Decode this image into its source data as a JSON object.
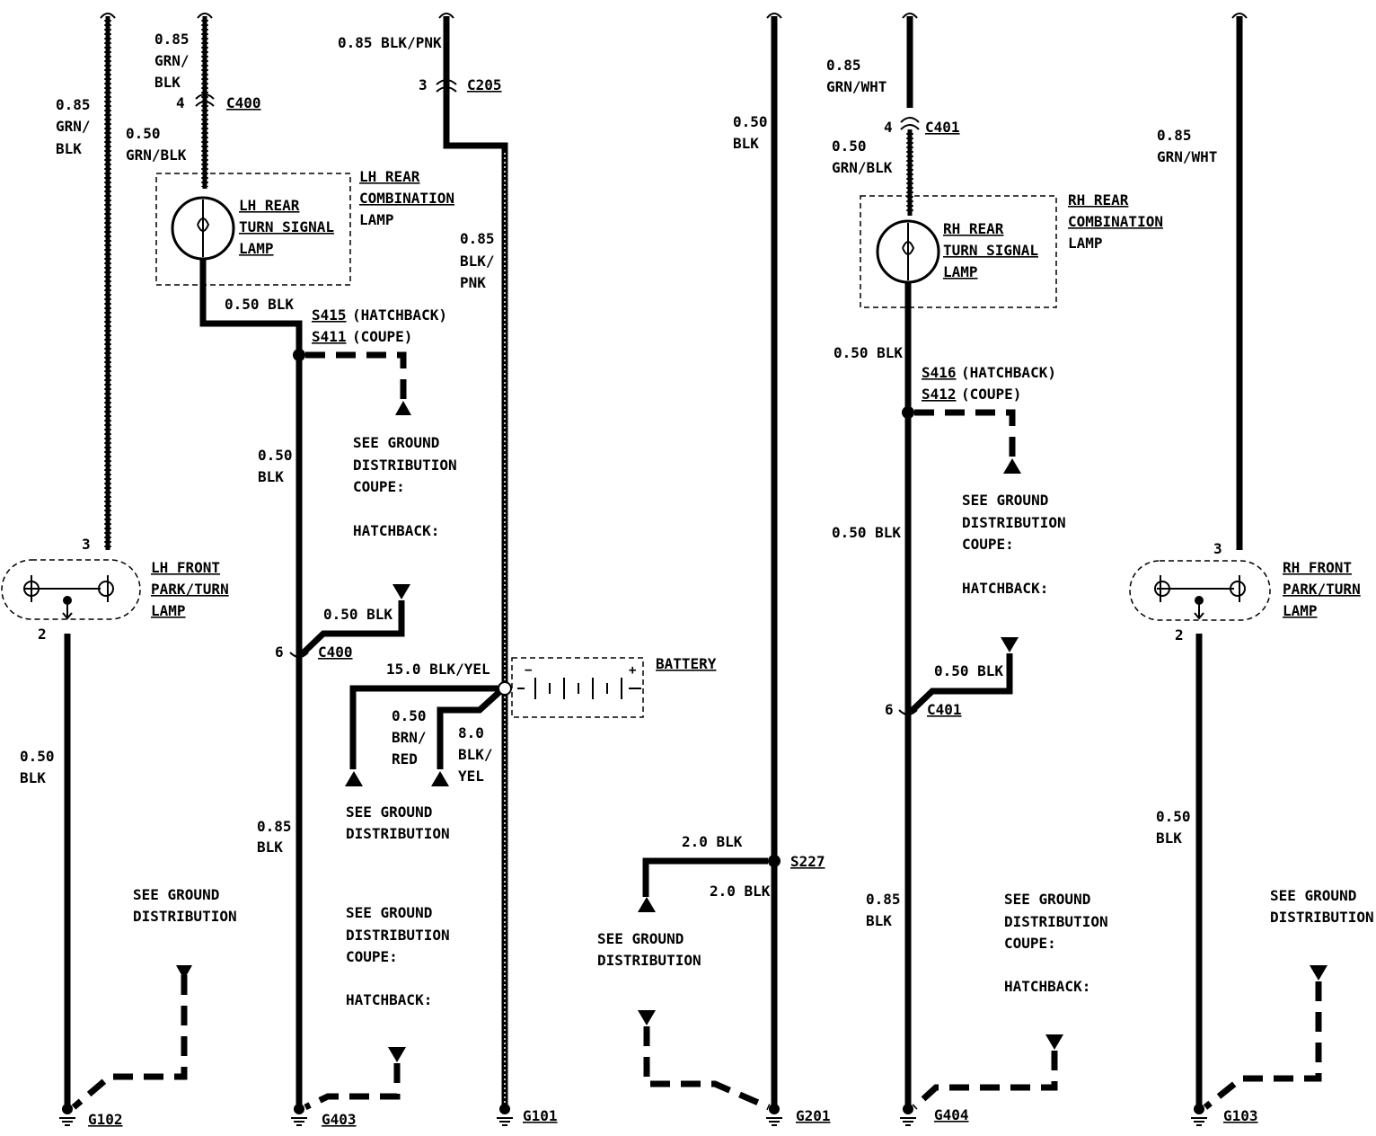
{
  "diagram": {
    "lh_front": {
      "wire_top": "0.85 GRN/ BLK",
      "wire_top_lines": [
        "0.85",
        "GRN/",
        "BLK"
      ],
      "pin_top": "3",
      "pin_bottom": "2",
      "component": [
        "LH FRONT",
        "PARK/TURN",
        "LAMP"
      ],
      "wire_bottom_lines": [
        "0.50",
        "BLK"
      ],
      "ground_note": [
        "SEE GROUND",
        "DISTRIBUTION"
      ],
      "ground": "G102"
    },
    "lh_rear": {
      "wire_top_lines": [
        "0.85",
        "GRN/",
        "BLK"
      ],
      "connector_pin": "4",
      "connector": "C400",
      "wire_mid_lines": [
        "0.50",
        "GRN/BLK"
      ],
      "lamp_label": [
        "LH REAR",
        "TURN SIGNAL",
        "LAMP"
      ],
      "assembly_label": [
        "LH REAR",
        "COMBINATION",
        "LAMP"
      ],
      "wire_out": "0.50 BLK",
      "splice_1": "S415",
      "splice_1_note": "(HATCHBACK)",
      "splice_2": "S411",
      "splice_2_note": "(COUPE)",
      "ground_note_top": [
        "SEE GROUND",
        "DISTRIBUTION",
        "COUPE:",
        "",
        "HATCHBACK:"
      ],
      "wire_down_lines": [
        "0.50",
        "BLK"
      ],
      "wire_join": "0.50 BLK",
      "connector2_pin": "6",
      "connector2": "C400",
      "wire_low_lines": [
        "0.85",
        "BLK"
      ],
      "ground_note_bottom": [
        "SEE GROUND",
        "DISTRIBUTION",
        "COUPE:",
        "",
        "HATCHBACK:"
      ],
      "ground": "G403"
    },
    "battery_branch": {
      "wire_top": "0.85 BLK/PNK",
      "connector_pin": "3",
      "connector": "C205",
      "wire_mid_lines": [
        "0.85",
        "BLK/",
        "PNK"
      ],
      "battery_wire": "15.0 BLK/YEL",
      "battery_label": "BATTERY",
      "wire_brn_lines": [
        "0.50",
        "BRN/",
        "RED"
      ],
      "wire_yel_lines": [
        "8.0",
        "BLK/",
        "YEL"
      ],
      "ground_note": [
        "SEE GROUND",
        "DISTRIBUTION"
      ],
      "ground": "G101"
    },
    "s227_branch": {
      "wire_top_lines": [
        "0.50",
        "BLK"
      ],
      "wire_left": "2.0 BLK",
      "splice": "S227",
      "wire_right": "2.0 BLK",
      "ground_note": [
        "SEE GROUND",
        "DISTRIBUTION"
      ],
      "ground": "G201"
    },
    "rh_rear": {
      "wire_top_lines": [
        "0.85",
        "GRN/WHT"
      ],
      "connector_pin": "4",
      "connector": "C401",
      "wire_mid_lines": [
        "0.50",
        "GRN/BLK"
      ],
      "lamp_label": [
        "RH REAR",
        "TURN SIGNAL",
        "LAMP"
      ],
      "assembly_label": [
        "RH REAR",
        "COMBINATION",
        "LAMP"
      ],
      "wire_out": "0.50 BLK",
      "splice_1": "S416",
      "splice_1_note": "(HATCHBACK)",
      "splice_2": "S412",
      "splice_2_note": "(COUPE)",
      "ground_note_top": [
        "SEE GROUND",
        "DISTRIBUTION",
        "COUPE:",
        "",
        "HATCHBACK:"
      ],
      "wire_down": "0.50 BLK",
      "wire_join": "0.50 BLK",
      "connector2_pin": "6",
      "connector2": "C401",
      "wire_low_lines": [
        "0.85",
        "BLK"
      ],
      "ground_note_bottom": [
        "SEE GROUND",
        "DISTRIBUTION",
        "COUPE:",
        "",
        "HATCHBACK:"
      ],
      "ground": "G404"
    },
    "rh_front": {
      "wire_top_lines": [
        "0.85",
        "GRN/WHT"
      ],
      "pin_top": "3",
      "pin_bottom": "2",
      "component": [
        "RH FRONT",
        "PARK/TURN",
        "LAMP"
      ],
      "wire_bottom_lines": [
        "0.50",
        "BLK"
      ],
      "ground_note": [
        "SEE GROUND",
        "DISTRIBUTION"
      ],
      "ground": "G103"
    }
  }
}
